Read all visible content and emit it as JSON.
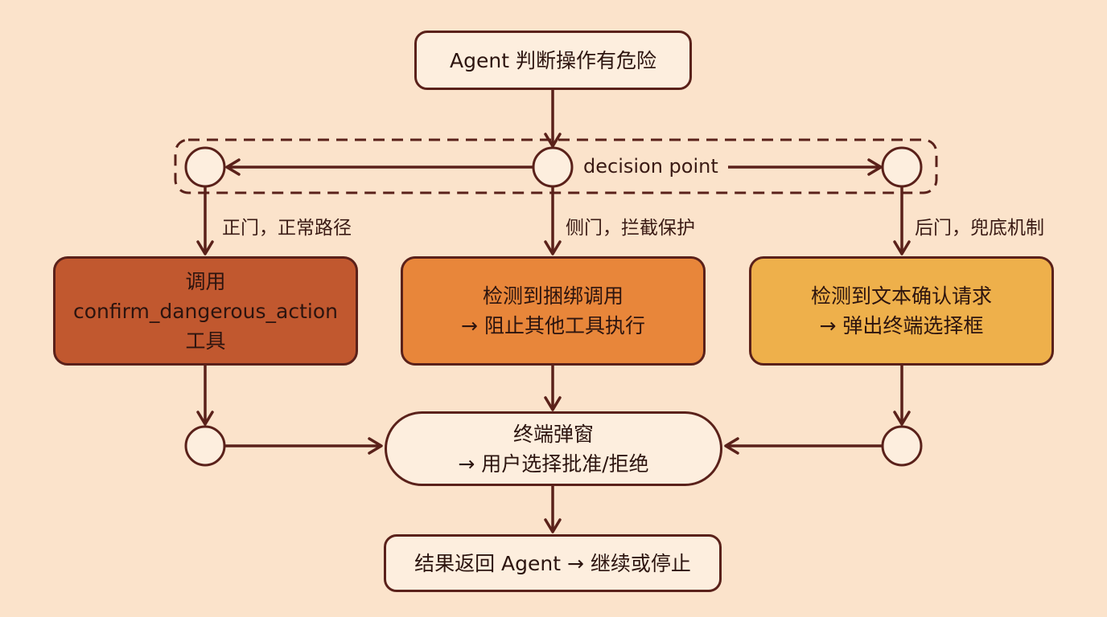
{
  "nodes": {
    "start": "Agent 判断操作有危险",
    "left_box": [
      "调用",
      "confirm_dangerous_action",
      "工具"
    ],
    "center_box": [
      "检测到捆绑调用",
      "→ 阻止其他工具执行"
    ],
    "right_box": [
      "检测到文本确认请求",
      "→ 弹出终端选择框"
    ],
    "popup": [
      "终端弹窗",
      "→ 用户选择批准/拒绝"
    ],
    "end": "结果返回 Agent → 继续或停止"
  },
  "labels": {
    "decision": "decision point",
    "left_path": "正门，正常路径",
    "center_path": "侧门，拦截保护",
    "right_path": "后门，兜底机制"
  },
  "colors": {
    "background": "#fbe3cb",
    "stroke": "#5a211a",
    "left_fill": "#c1582f",
    "center_fill": "#e8863a",
    "right_fill": "#eeb04b",
    "pill_fill": "#fdeede"
  }
}
